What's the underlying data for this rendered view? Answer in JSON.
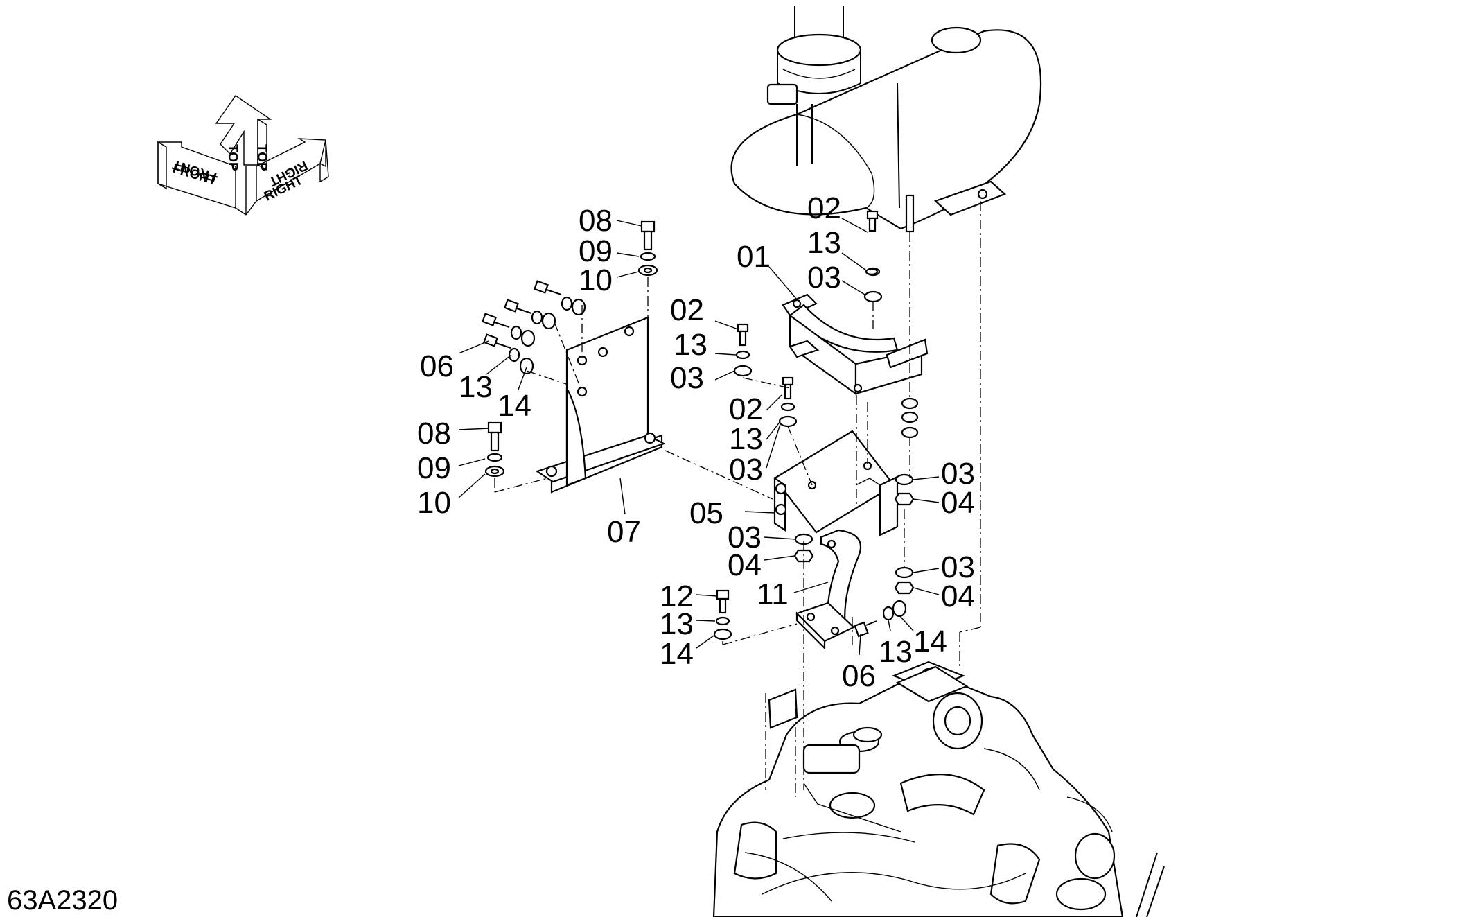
{
  "drawing_number": "63A2320",
  "compass": {
    "front": "FRONT",
    "top": "TOP",
    "right": "RIGHT"
  },
  "callouts": [
    {
      "id": "c-08a",
      "label": "08"
    },
    {
      "id": "c-09a",
      "label": "09"
    },
    {
      "id": "c-10a",
      "label": "10"
    },
    {
      "id": "c-06a",
      "label": "06"
    },
    {
      "id": "c-13a",
      "label": "13"
    },
    {
      "id": "c-14a",
      "label": "14"
    },
    {
      "id": "c-08b",
      "label": "08"
    },
    {
      "id": "c-09b",
      "label": "09"
    },
    {
      "id": "c-10b",
      "label": "10"
    },
    {
      "id": "c-07",
      "label": "07"
    },
    {
      "id": "c-01",
      "label": "01"
    },
    {
      "id": "c-02a",
      "label": "02"
    },
    {
      "id": "c-13b",
      "label": "13"
    },
    {
      "id": "c-03a",
      "label": "03"
    },
    {
      "id": "c-02b",
      "label": "02"
    },
    {
      "id": "c-13c",
      "label": "13"
    },
    {
      "id": "c-03b",
      "label": "03"
    },
    {
      "id": "c-02c",
      "label": "02"
    },
    {
      "id": "c-13d",
      "label": "13"
    },
    {
      "id": "c-03c",
      "label": "03"
    },
    {
      "id": "c-03d",
      "label": "03"
    },
    {
      "id": "c-04a",
      "label": "04"
    },
    {
      "id": "c-05",
      "label": "05"
    },
    {
      "id": "c-03e",
      "label": "03"
    },
    {
      "id": "c-04b",
      "label": "04"
    },
    {
      "id": "c-03f",
      "label": "03"
    },
    {
      "id": "c-04c",
      "label": "04"
    },
    {
      "id": "c-11",
      "label": "11"
    },
    {
      "id": "c-12",
      "label": "12"
    },
    {
      "id": "c-13e",
      "label": "13"
    },
    {
      "id": "c-14b",
      "label": "14"
    },
    {
      "id": "c-06b",
      "label": "06"
    },
    {
      "id": "c-13f",
      "label": "13"
    },
    {
      "id": "c-14c",
      "label": "14"
    }
  ]
}
